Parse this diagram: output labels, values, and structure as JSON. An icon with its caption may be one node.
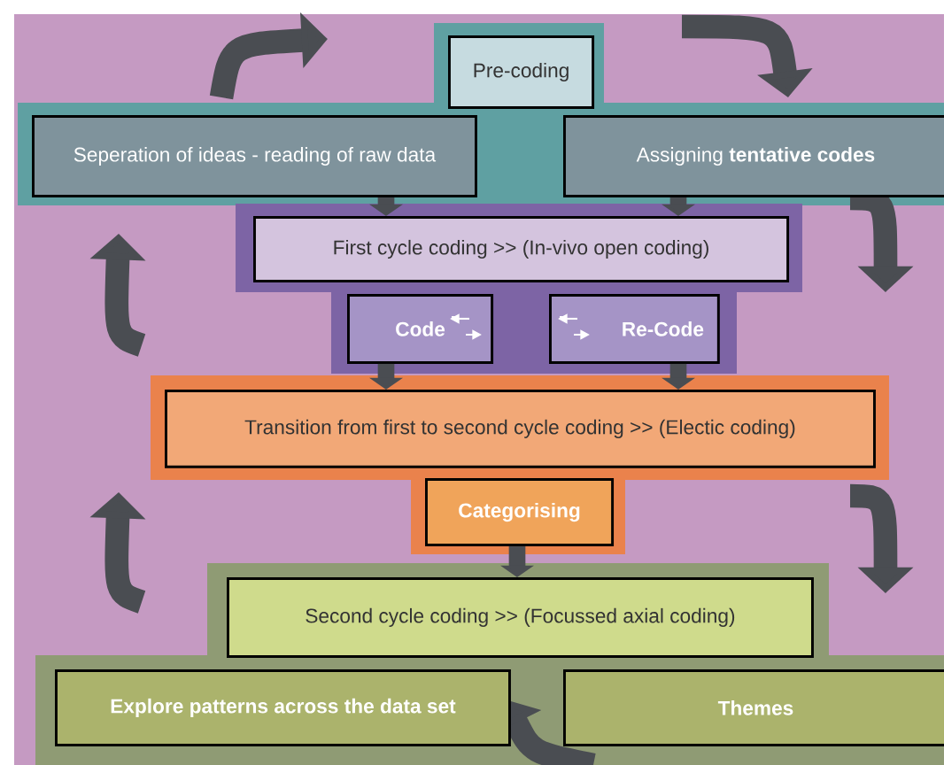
{
  "diagram": {
    "nodes": [
      {
        "text": [
          "Pre-coding"
        ]
      },
      {
        "text": [
          "Seperation of ideas - reading of raw data"
        ]
      },
      {
        "text": [
          "Assigning **tentative codes**"
        ]
      },
      {
        "text": [
          "First cycle coding >> (In-vivo open coding)"
        ]
      },
      {
        "text": [
          "Code"
        ]
      },
      {
        "text": [
          "Re-Code"
        ]
      },
      {
        "text": [
          "Transition from first to second cycle coding >> (Electic coding)"
        ]
      },
      {
        "text": [
          "Categorising"
        ]
      },
      {
        "text": [
          "Second cycle coding >> (Focussed axial coding)"
        ]
      },
      {
        "text": [
          "Explore patterns across the data set"
        ]
      },
      {
        "text": [
          "Themes"
        ]
      }
    ],
    "edges": [
      {
        "from": 1,
        "to": 3,
        "arrow": "to"
      },
      {
        "from": 2,
        "to": 3,
        "arrow": "to"
      },
      {
        "from": 4,
        "to": 6,
        "arrow": "to"
      },
      {
        "from": 5,
        "to": 6,
        "arrow": "to"
      },
      {
        "from": 7,
        "to": 8,
        "arrow": "to"
      }
    ]
  }
}
